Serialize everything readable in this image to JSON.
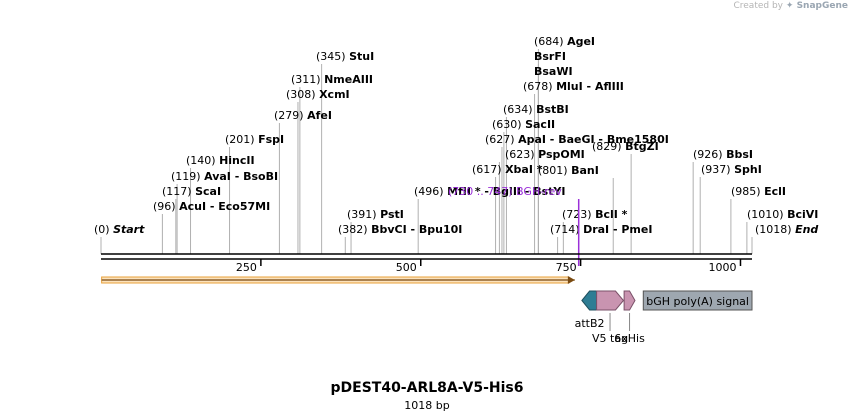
{
  "credit": {
    "prefix": "Created by",
    "brand": "SnapGene"
  },
  "map": {
    "title": "pDEST40-ARL8A-V5-His6",
    "length_label": "1018 bp",
    "length_bp": 1018,
    "ticks": [
      {
        "pos": 250,
        "label": "250"
      },
      {
        "pos": 500,
        "label": "500"
      },
      {
        "pos": 750,
        "label": "750"
      },
      {
        "pos": 1000,
        "label": "1000"
      }
    ],
    "left_labels": [
      {
        "num": "(684)",
        "name": "AgeI",
        "pos": 684
      },
      {
        "num": "",
        "name": "BsrFI",
        "pos": 684
      },
      {
        "num": "",
        "name": "BsaWI",
        "pos": 684
      },
      {
        "num": "(678)",
        "name": "MluI  -  AflIII",
        "pos": 678
      },
      {
        "num": "(634)",
        "name": "BstBI",
        "pos": 634
      },
      {
        "num": "(630)",
        "name": "SacII",
        "pos": 630
      },
      {
        "num": "(623)",
        "name": "PspOMI",
        "pos": 623
      },
      {
        "num": "(617)",
        "name": "XbaI *",
        "pos": 617
      },
      {
        "num": "(345)",
        "name": "StuI",
        "pos": 345
      },
      {
        "num": "(311)",
        "name": "NmeAIII",
        "pos": 311
      },
      {
        "num": "(308)",
        "name": "XcmI",
        "pos": 308
      },
      {
        "num": "(279)",
        "name": "AfeI",
        "pos": 279
      },
      {
        "num": "(627)",
        "name": "ApaI  -  BaeGI  -  Bme1580I",
        "pos": 627
      },
      {
        "num": "(201)",
        "name": "FspI",
        "pos": 201
      },
      {
        "num": "(140)",
        "name": "HincII",
        "pos": 140
      },
      {
        "num": "(119)",
        "name": "AvaI  -  BsoBI",
        "pos": 119
      },
      {
        "num": "(117)",
        "name": "ScaI",
        "pos": 117
      },
      {
        "num": "(496)",
        "name": "MfII *  -  BglII  -  BstYI",
        "pos": 496
      },
      {
        "num": "(96)",
        "name": "AcuI  -  Eco57MI",
        "pos": 96
      },
      {
        "num": "(391)",
        "name": "PstI",
        "pos": 391
      },
      {
        "num": "(723)",
        "name": "BclI *",
        "pos": 723
      },
      {
        "num": "(0)",
        "name": "Start",
        "pos": 0,
        "italic": true
      },
      {
        "num": "(382)",
        "name": "BbvCI  -  Bpu10I",
        "pos": 382
      },
      {
        "num": "(714)",
        "name": "DraI  -  PmeI",
        "pos": 714
      }
    ],
    "right_labels": [
      {
        "num": "(829)",
        "name": "BtgZI",
        "pos": 829
      },
      {
        "num": "(801)",
        "name": "BanI",
        "pos": 801
      },
      {
        "num": "(926)",
        "name": "BbsI",
        "pos": 926
      },
      {
        "num": "(937)",
        "name": "SphI",
        "pos": 937
      },
      {
        "num": "(985)",
        "name": "EclI",
        "pos": 985
      },
      {
        "num": "(1010)",
        "name": "BciVI",
        "pos": 1010
      },
      {
        "num": "(1018)",
        "name": "End",
        "pos": 1018,
        "italic": true
      }
    ],
    "primer": {
      "label": "BGH-rev",
      "range": "(730 .. 747)",
      "start": 730,
      "end": 747,
      "color": "#9b30d9"
    },
    "orf": {
      "start": 1,
      "end": 741,
      "color": "#e8a13a"
    },
    "features": [
      {
        "name": "attB2",
        "start": 752,
        "end": 776,
        "direction": "reverse",
        "color": "#2e7d94"
      },
      {
        "name": "V5 tag",
        "start": 775,
        "end": 817,
        "direction": "forward",
        "color": "#c994b0"
      },
      {
        "name": "6xHis",
        "start": 818,
        "end": 835,
        "direction": "forward",
        "color": "#c994b0"
      },
      {
        "name": "bGH poly(A) signal",
        "start": 848,
        "end": 1018,
        "direction": "none",
        "color": "#9ea7b0"
      }
    ]
  }
}
